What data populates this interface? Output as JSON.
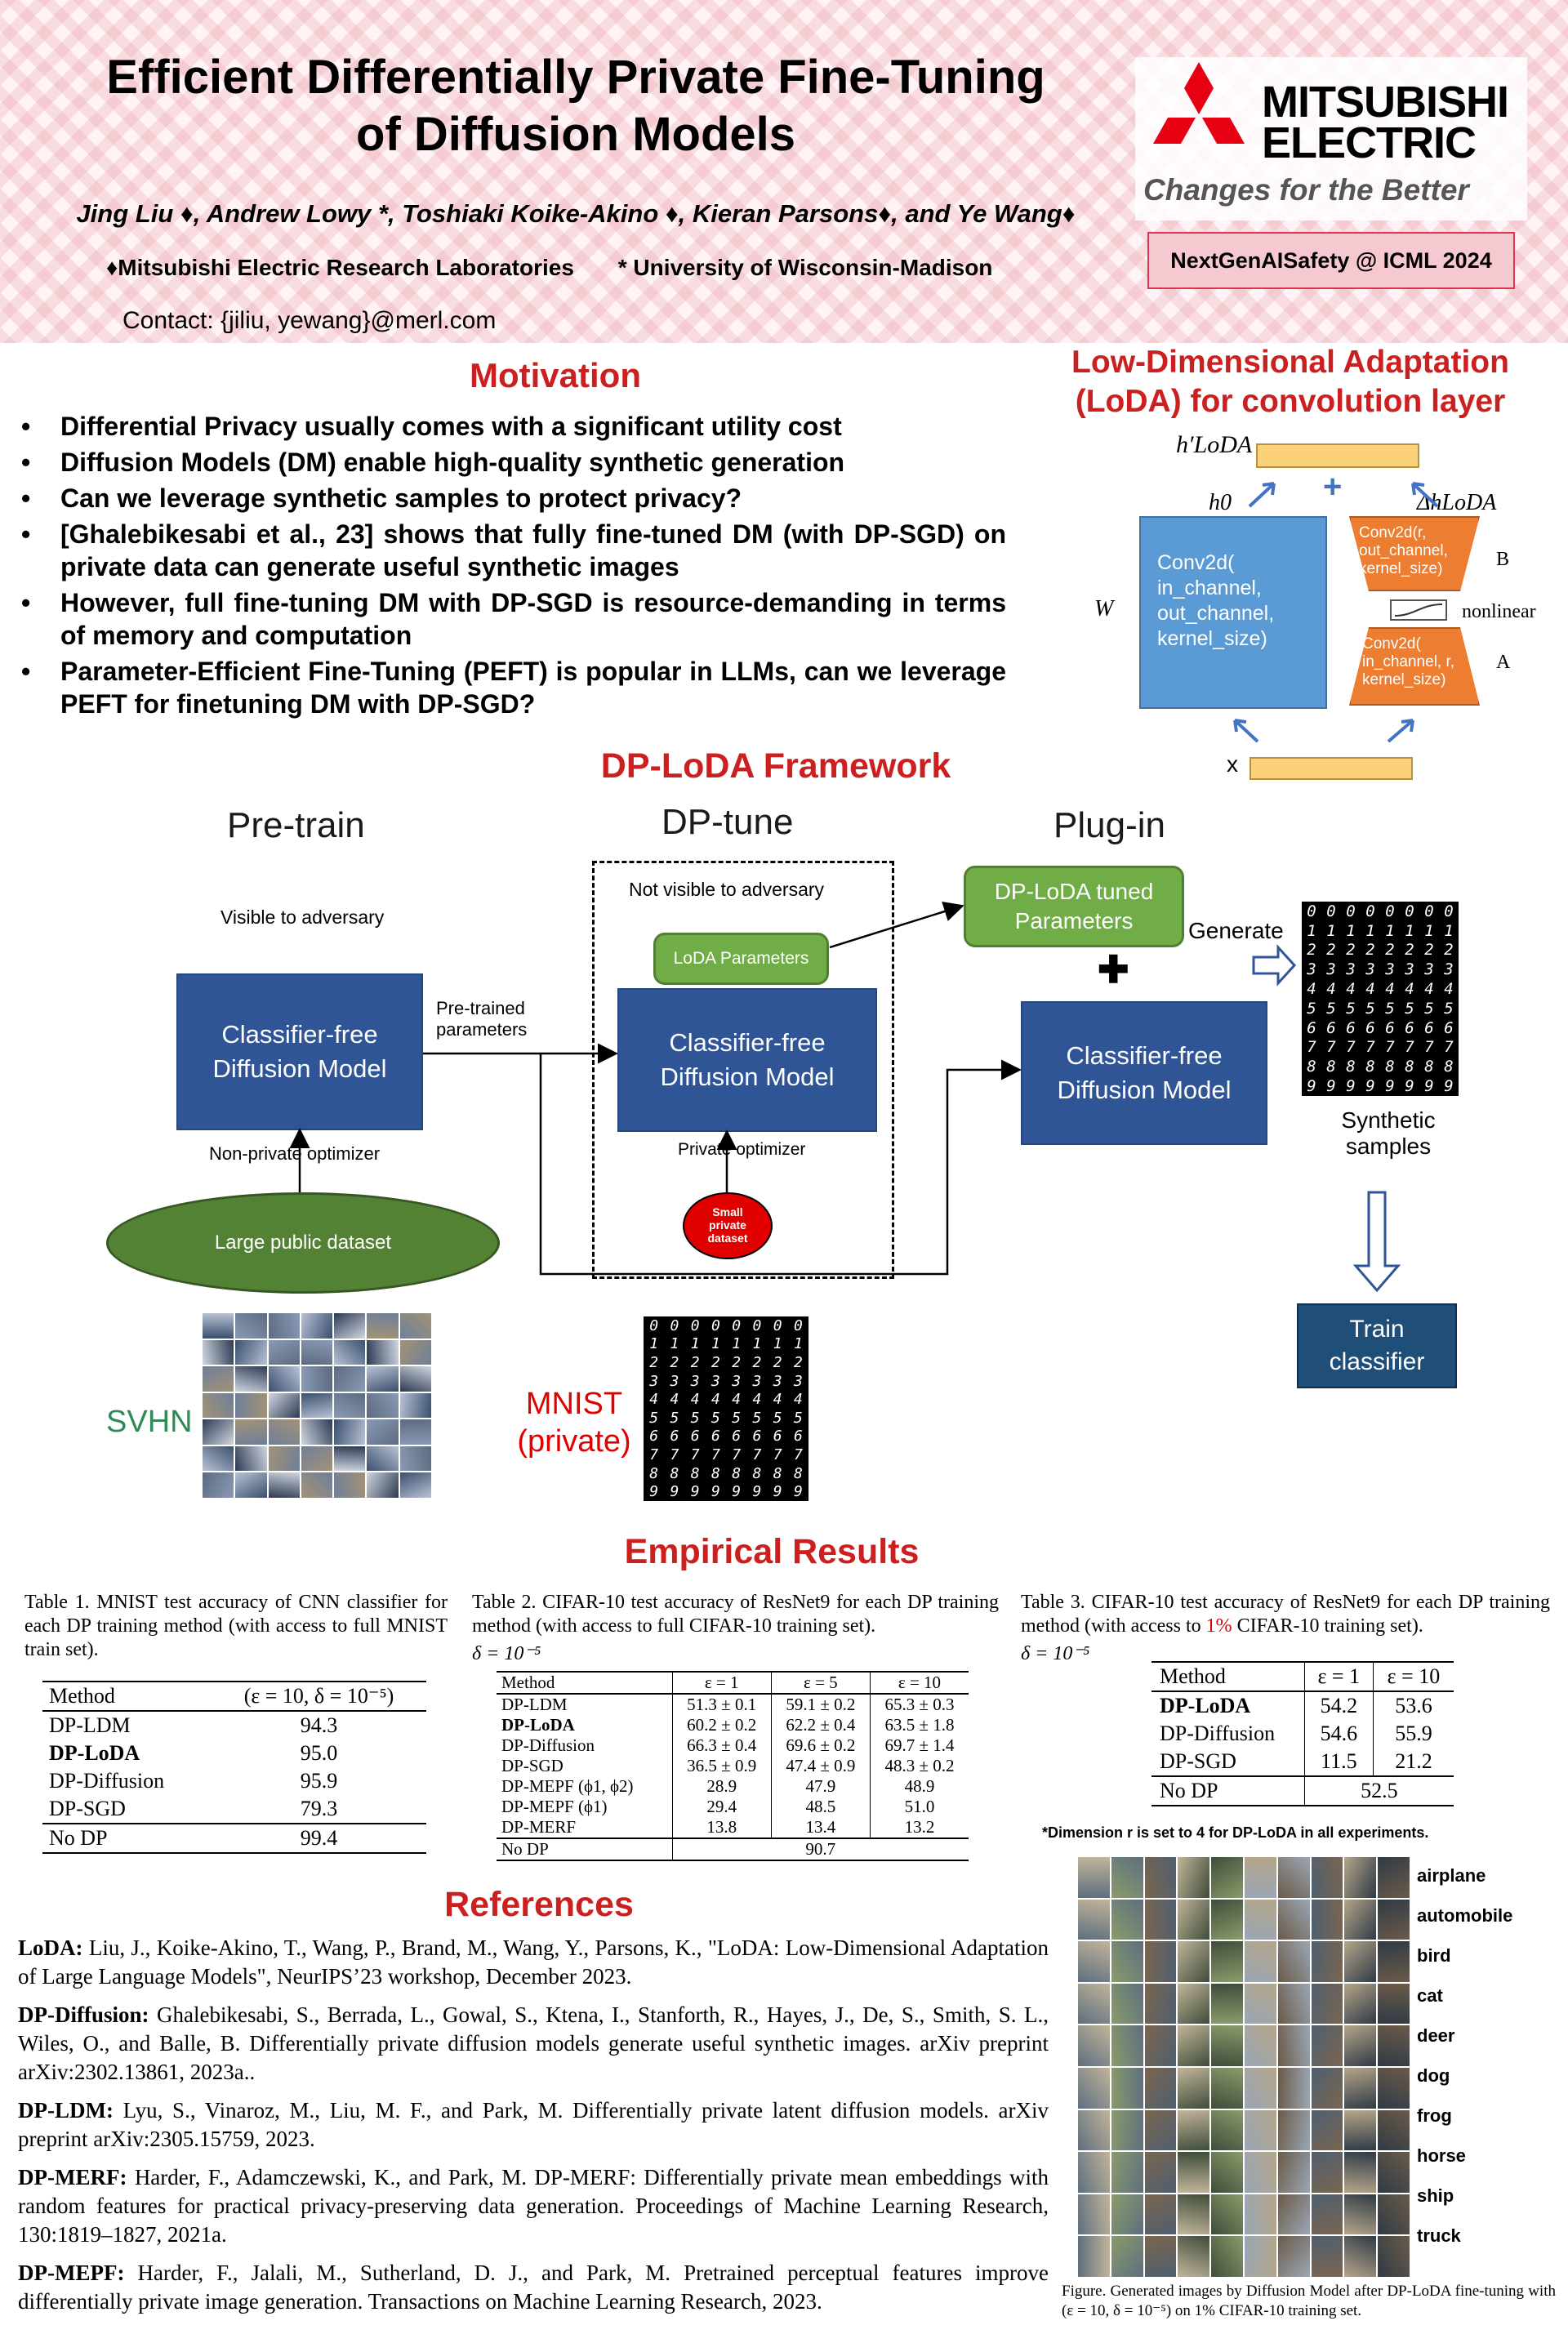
{
  "header": {
    "title_line1": "Efficient Differentially Private Fine-Tuning",
    "title_line2": "of Diffusion Models",
    "authors": "Jing Liu ♦, Andrew Lowy *, Toshiaki Koike-Akino ♦, Kieran Parsons♦, and Ye Wang♦",
    "affiliation1": "♦Mitsubishi Electric Research Laboratories",
    "affiliation2": "* University of Wisconsin-Madison",
    "contact": "Contact: {jiliu, yewang}@merl.com",
    "logo_line1": "MITSUBISHI",
    "logo_line2": "ELECTRIC",
    "slogan": "Changes for the Better",
    "conference": "NextGenAISafety @ ICML 2024",
    "brand_color": "#e60012"
  },
  "motivation": {
    "title": "Motivation",
    "bullets": [
      "Differential Privacy usually comes with a significant utility cost",
      "Diffusion Models (DM) enable high-quality synthetic generation",
      "Can we leverage synthetic samples to protect privacy?",
      "[Ghalebikesabi et al., 23] shows that fully fine-tuned DM (with DP-SGD) on private data can generate useful synthetic images",
      "However, full fine-tuning DM with DP-SGD is resource-demanding in terms of memory and computation",
      "Parameter-Efficient Fine-Tuning (PEFT) is popular in LLMs, can we leverage PEFT for finetuning DM with DP-SGD?"
    ]
  },
  "loda": {
    "title_line1": "Low-Dimensional Adaptation",
    "title_line2": "(LoDA) for convolution layer",
    "h_prime": "h′LoDA",
    "h0": "h0",
    "delta_h": "ΔhLoDA",
    "plus": "+",
    "w": "W",
    "conv_main": "Conv2d( in_channel, out_channel, kernel_size)",
    "conv_b": "Conv2d(r, out_channel, kernel_size)",
    "conv_a": "Conv2d( in_channel, r, kernel_size)",
    "label_b": "B",
    "label_a": "A",
    "nonlinear": "nonlinear",
    "x": "x"
  },
  "framework": {
    "title": "DP-LoDA Framework",
    "pretrain": "Pre-train",
    "dptune": "DP-tune",
    "plugin": "Plug-in",
    "visible": "Visible to adversary",
    "not_visible": "Not visible to adversary",
    "model_label": "Classifier-free Diffusion Model",
    "pretrained_params": "Pre-trained parameters",
    "loda_params": "LoDA Parameters",
    "tuned_params": "DP-LoDA tuned Parameters",
    "generate": "Generate",
    "plus_sign": "✚",
    "synthetic": "Synthetic samples",
    "nonprivate_opt": "Non-private optimizer",
    "private_opt": "Private optimizer",
    "public_dataset": "Large public dataset",
    "small_private": "Small private dataset",
    "train_classifier": "Train classifier",
    "svhn": "SVHN",
    "mnist": "MNIST (private)"
  },
  "results": {
    "title": "Empirical Results",
    "table1": {
      "caption": "Table 1. MNIST test accuracy of CNN classifier for each DP training method (with access to full MNIST train set).",
      "headers": [
        "Method",
        "(ε = 10, δ = 10⁻⁵)"
      ],
      "rows": [
        [
          "DP-LDM",
          "94.3"
        ],
        [
          "DP-LoDA",
          "95.0"
        ],
        [
          "DP-Diffusion",
          "95.9"
        ],
        [
          "DP-SGD",
          "79.3"
        ],
        [
          "No DP",
          "99.4"
        ]
      ]
    },
    "table2": {
      "caption": "Table 2. CIFAR-10 test accuracy of ResNet9 for each DP training method (with access to full CIFAR-10 training set).",
      "delta": "δ = 10⁻⁵",
      "headers": [
        "Method",
        "ε = 1",
        "ε = 5",
        "ε = 10"
      ],
      "rows": [
        [
          "DP-LDM",
          "51.3 ± 0.1",
          "59.1 ± 0.2",
          "65.3 ± 0.3"
        ],
        [
          "DP-LoDA",
          "60.2 ± 0.2",
          "62.2 ± 0.4",
          "63.5 ± 1.8"
        ],
        [
          "DP-Diffusion",
          "66.3 ± 0.4",
          "69.6 ± 0.2",
          "69.7 ± 1.4"
        ],
        [
          "DP-SGD",
          "36.5 ± 0.9",
          "47.4 ± 0.9",
          "48.3 ± 0.2"
        ],
        [
          "DP-MEPF (ϕ1, ϕ2)",
          "28.9",
          "47.9",
          "48.9"
        ],
        [
          "DP-MEPF (ϕ1)",
          "29.4",
          "48.5",
          "51.0"
        ],
        [
          "DP-MERF",
          "13.8",
          "13.4",
          "13.2"
        ]
      ],
      "no_dp": [
        "No DP",
        "90.7"
      ]
    },
    "table3": {
      "caption_a": "Table 3. CIFAR-10 test accuracy of ResNet9 for each DP training method (with access to ",
      "caption_pct": "1%",
      "caption_b": " CIFAR-10 training set).",
      "delta": "δ = 10⁻⁵",
      "headers": [
        "Method",
        "ε = 1",
        "ε = 10"
      ],
      "rows": [
        [
          "DP-LoDA",
          "54.2",
          "53.6"
        ],
        [
          "DP-Diffusion",
          "54.6",
          "55.9"
        ],
        [
          "DP-SGD",
          "11.5",
          "21.2"
        ]
      ],
      "no_dp": [
        "No DP",
        "52.5"
      ]
    },
    "note": "*Dimension r is set to 4 for DP-LoDA in all experiments.",
    "classes": [
      "airplane",
      "automobile",
      "bird",
      "cat",
      "deer",
      "dog",
      "frog",
      "horse",
      "ship",
      "truck"
    ],
    "figure_caption": "Figure. Generated images by Diffusion Model after DP-LoDA fine-tuning with (ε = 10, δ = 10⁻⁵) on 1% CIFAR-10 training set."
  },
  "references": {
    "title": "References",
    "items": [
      {
        "key": "LoDA:",
        "text": " Liu, J., Koike-Akino, T., Wang, P., Brand, M., Wang, Y., Parsons, K., \"LoDA: Low-Dimensional Adaptation of Large Language Models\", NeurIPS’23 workshop, December 2023."
      },
      {
        "key": "DP-Diffusion:",
        "text": " Ghalebikesabi, S., Berrada, L., Gowal, S., Ktena, I., Stanforth, R., Hayes, J., De, S., Smith, S. L., Wiles, O., and Balle, B. Differentially private diffusion models generate useful synthetic images. arXiv preprint arXiv:2302.13861, 2023a.."
      },
      {
        "key": "DP-LDM:",
        "text": " Lyu, S., Vinaroz, M., Liu, M. F., and Park, M. Differentially private latent diffusion models. arXiv preprint arXiv:2305.15759, 2023."
      },
      {
        "key": "DP-MERF:",
        "text": " Harder, F., Adamczewski, K., and Park, M. DP-MERF: Differentially private mean embeddings with random features for practical privacy-preserving data generation. Proceedings of Machine Learning Research, 130:1819–1827, 2021a."
      },
      {
        "key": "DP-MEPF:",
        "text": " Harder, F., Jalali, M., Sutherland, D. J., and Park, M. Pretrained perceptual features improve differentially private image generation. Transactions on Machine Learning Research, 2023."
      }
    ]
  }
}
